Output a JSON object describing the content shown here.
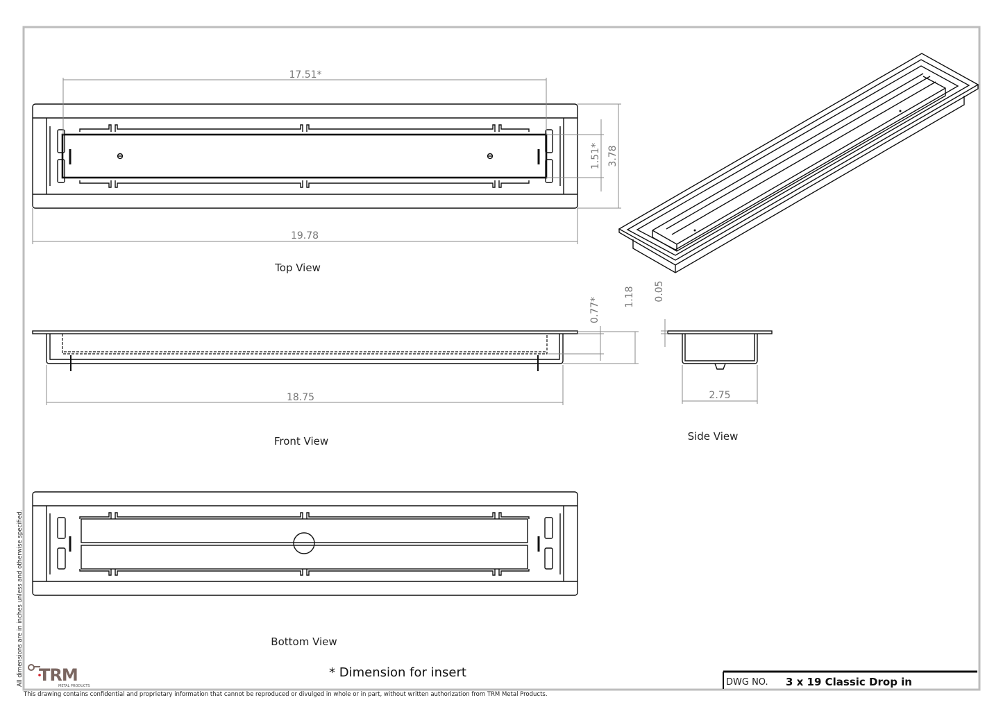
{
  "views": {
    "top": "Top View",
    "front": "Front View",
    "side": "Side View",
    "bottom": "Bottom View"
  },
  "dimensions": {
    "insert_length": "17.51*",
    "overall_length": "19.78",
    "insert_width": "1.51*",
    "overall_width": "3.78",
    "insert_depth": "0.77*",
    "overall_depth": "1.18",
    "flange_thickness": "0.05",
    "body_length": "18.75",
    "body_width": "2.75"
  },
  "notes": {
    "insert_note": "* Dimension for insert",
    "units_note": "All dimensions are in inches unless and otherwise specified.",
    "confidential": "This drawing contains confidential and proprietary information that cannot be reproduced or divulged in whole or in part, without written authorization from TRM Metal Products."
  },
  "title_block": {
    "dwg_label": "DWG NO.",
    "dwg_title": "3 x 19 Classic Drop in"
  },
  "logo": {
    "text": "TRM",
    "subtext": "METAL PRODUCTS",
    "color": "#7a6660",
    "accent": "#d0202a"
  }
}
